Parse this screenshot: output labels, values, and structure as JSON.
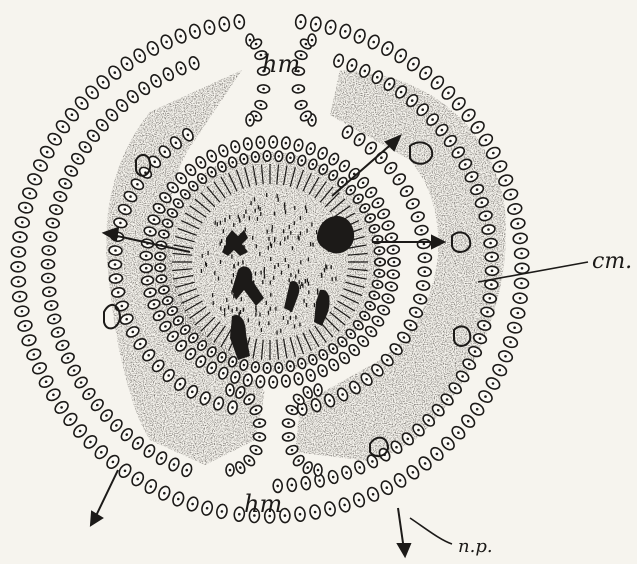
{
  "figure": {
    "labels": {
      "hm_top": "hm",
      "hm_bottom": "hm",
      "cm": "cm.",
      "np": "n.p."
    },
    "colors": {
      "paper": "#f6f4ee",
      "ink": "#1c1a18",
      "cell_fill": "#fbfaf6"
    }
  }
}
